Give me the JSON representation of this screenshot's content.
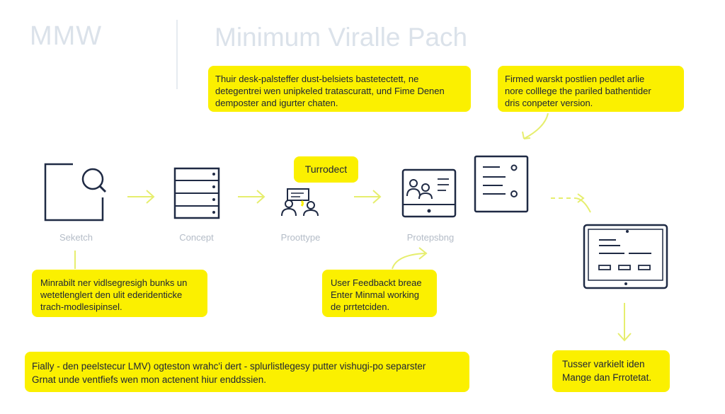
{
  "header": {
    "logo": "MMW",
    "title": "Minimum Viralle Pach"
  },
  "notes": {
    "top_center": [
      "Thuir desk-palsteffer dust-belsiets bastetectett, ne",
      "detegentrei wen unipkeled tratascuratt, und Fime Denen",
      "demposter and igurter chaten."
    ],
    "top_right": [
      "Firmed warskt postlien pedlet arlie",
      "nore colllege the pariled bathentider",
      "dris conpeter version."
    ],
    "prototype_badge": "Turrodect",
    "bottom_left": [
      "Minrabilt ner vidlsegresigh bunks un",
      "wetetlenglert den ulit ederidenticke",
      "trach-modlesipinsel."
    ],
    "feedback": [
      "User Feedbackt breae",
      "Enter Minmal working",
      "de prrtetciden."
    ],
    "footer": [
      "Fially - den peelstecur LMV) ogteston wrahc'i dert - splurlistlegesy putter vishugi-po separster",
      "Grnat unde ventfiefs wen mon actenent hiur enddssien."
    ],
    "bottom_right": [
      "Tusser varkielt iden",
      "Mange dan Frrotetat."
    ]
  },
  "stages": [
    {
      "label": "Seketch",
      "icon": "magnifier-document-icon"
    },
    {
      "label": "Concept",
      "icon": "server-stack-icon"
    },
    {
      "label": "Proottype",
      "icon": "team-prototype-icon"
    },
    {
      "label": "Protepsbng",
      "icon": "monitor-users-icon"
    },
    {
      "label": "",
      "icon": "document-list-icon"
    },
    {
      "label": "",
      "icon": "tablet-form-icon"
    }
  ],
  "colors": {
    "accent": "#fbf000",
    "arrow": "#e6ee6e",
    "icon_stroke": "#1f2a44",
    "muted_text": "#b4bcc7"
  }
}
